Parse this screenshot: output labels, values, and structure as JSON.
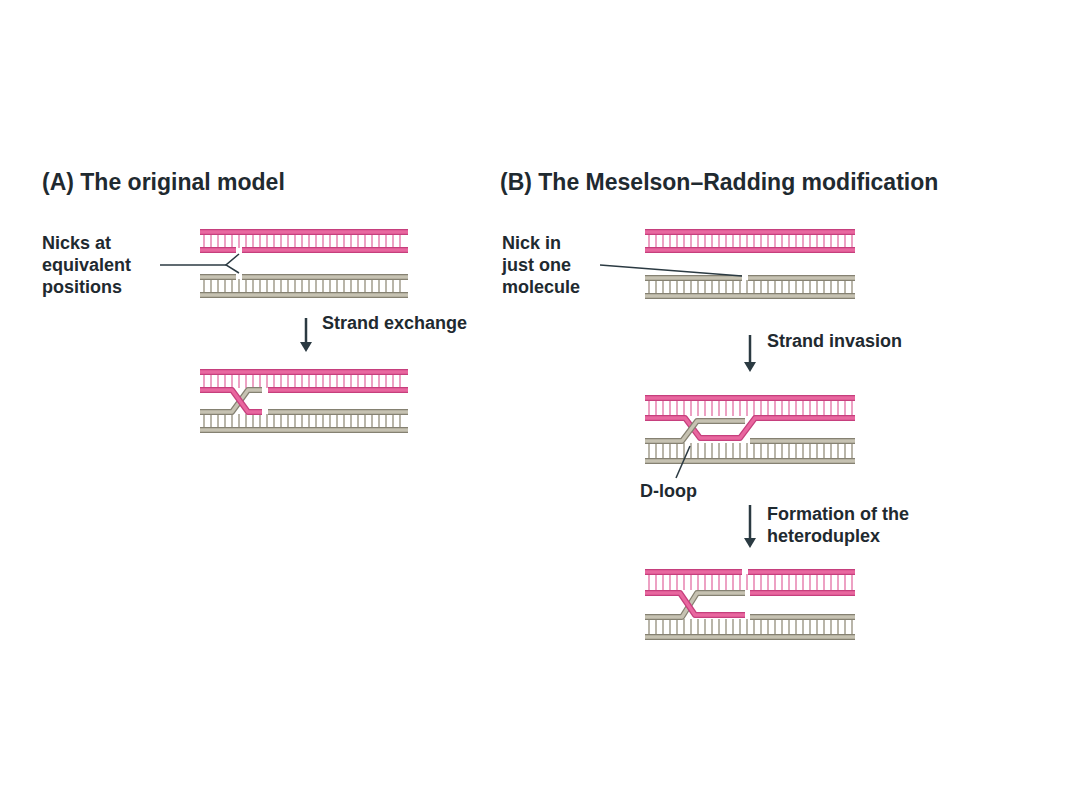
{
  "diagram": {
    "labels": [
      "(A) The original model",
      "(B) The Meselson–Radding modification",
      "Nicks at equivalent positions",
      "Strand exchange",
      "Nick in just one molecule",
      "Strand invasion",
      "D-loop",
      "Formation of the heteroduplex"
    ]
  }
}
